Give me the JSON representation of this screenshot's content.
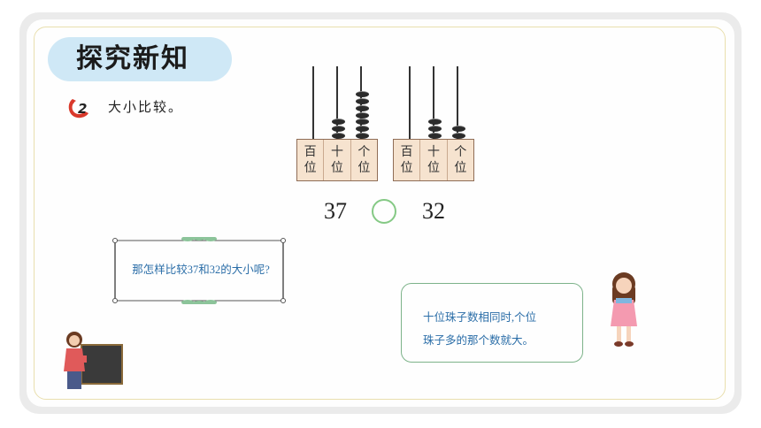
{
  "header": {
    "title": "探究新知"
  },
  "question": {
    "number": "2",
    "text": "大小比较。"
  },
  "abacus_left": {
    "labels": [
      [
        "百",
        "位"
      ],
      [
        "十",
        "位"
      ],
      [
        "个",
        "位"
      ]
    ],
    "beads": [
      0,
      3,
      7
    ],
    "number": "37"
  },
  "abacus_right": {
    "labels": [
      [
        "百",
        "位"
      ],
      [
        "十",
        "位"
      ],
      [
        "个",
        "位"
      ]
    ],
    "beads": [
      0,
      3,
      2
    ],
    "number": "32"
  },
  "prompt": {
    "text": "那怎样比较37和32的大小呢?"
  },
  "hint": {
    "line1": "十位珠子数相同时,个位",
    "line2": "珠子多的那个数就大。"
  },
  "colors": {
    "title_pill": "#cfe8f6",
    "hint_text": "#2b6ea8",
    "circle": "#85c985",
    "badge": "#d9392b"
  }
}
